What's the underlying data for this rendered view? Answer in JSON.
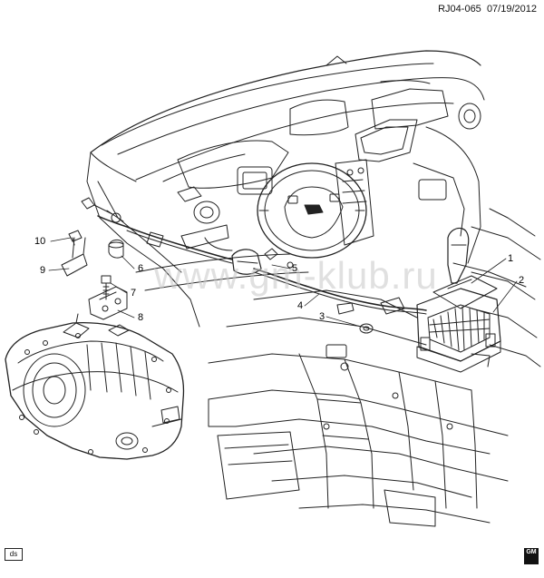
{
  "header": {
    "ref_code": "RJ04-065",
    "date": "07/19/2012"
  },
  "watermark": {
    "text": "www.gm-klub.ru"
  },
  "callouts": [
    {
      "id": "1",
      "label": "1"
    },
    {
      "id": "2",
      "label": "2"
    },
    {
      "id": "3",
      "label": "3"
    },
    {
      "id": "4",
      "label": "4"
    },
    {
      "id": "5",
      "label": "5"
    },
    {
      "id": "6",
      "label": "6"
    },
    {
      "id": "7",
      "label": "7"
    },
    {
      "id": "8",
      "label": "8"
    },
    {
      "id": "9",
      "label": "9"
    },
    {
      "id": "10",
      "label": "10"
    }
  ],
  "footer": {
    "ds_label": "ds",
    "logo_text": "GM"
  }
}
